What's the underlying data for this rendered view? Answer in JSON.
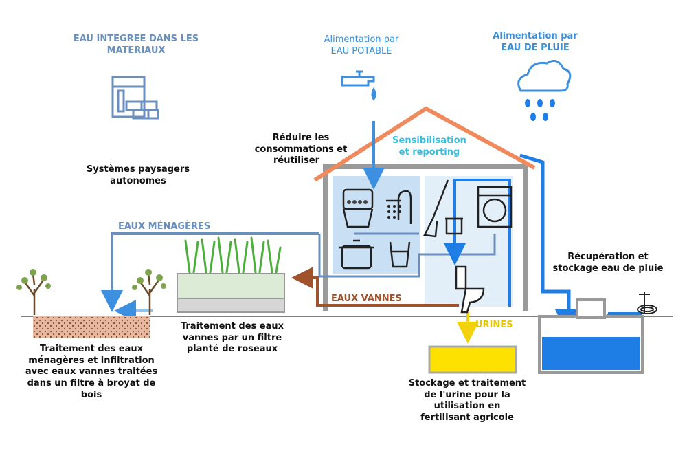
{
  "labels": {
    "eau_integree_line1": "EAU INTEGREE DANS LES",
    "eau_integree_line2": "MATERIAUX",
    "alim_potable_line1": "Alimentation par",
    "alim_potable_line2": "EAU POTABLE",
    "alim_pluie_line1": "Alimentation par",
    "alim_pluie_line2": "EAU DE PLUIE",
    "reduire_line1": "Réduire les",
    "reduire_line2": "consommations et",
    "reduire_line3": "réutiliser",
    "sensibilisation_line1": "Sensibilisation",
    "sensibilisation_line2": "et reporting",
    "systemes_line1": "Systèmes paysagers",
    "systemes_line2": "autonomes",
    "eaux_menageres": "EAUX MÉNAGÈRES",
    "eaux_vannes": "EAUX VANNES",
    "urines": "URINES",
    "recuperation_line1": "Récupération et",
    "recuperation_line2": "stockage eau de pluie",
    "traitement_vannes_line1": "Traitement des eaux",
    "traitement_vannes_line2": "vannes par un filtre",
    "traitement_vannes_line3": "planté de roseaux",
    "traitement_menageres_line1": "Traitement des eaux",
    "traitement_menageres_line2": "ménagères et infiltration",
    "traitement_menageres_line3": "avec eaux vannes traitées",
    "traitement_menageres_line4": "dans un filtre à broyat de",
    "traitement_menageres_line5": "bois",
    "stockage_urine_line1": "Stockage et traitement",
    "stockage_urine_line2": "de l'urine pour la",
    "stockage_urine_line3": "utilisation en",
    "stockage_urine_line4": "fertilisant agricole"
  },
  "colors": {
    "blue_flow": "#3d8fe0",
    "bright_blue": "#1f7de6",
    "brown_flow": "#a0522d",
    "urine_yellow": "#f2d20a",
    "roof_orange": "#f08a5d",
    "wall_gray": "#9a9a9a",
    "house_panel": "#dcebf8",
    "icon_blue": "#6a8fbd"
  },
  "icons": [
    "building-materials-icon",
    "faucet-icon",
    "rain-cloud-icon",
    "dishwasher-icon",
    "shower-icon",
    "pot-icon",
    "glass-icon",
    "mop-bucket-icon",
    "washing-machine-icon",
    "toilet-icon",
    "garden-tap-hose-icon",
    "tree-icon",
    "reeds-icon"
  ]
}
